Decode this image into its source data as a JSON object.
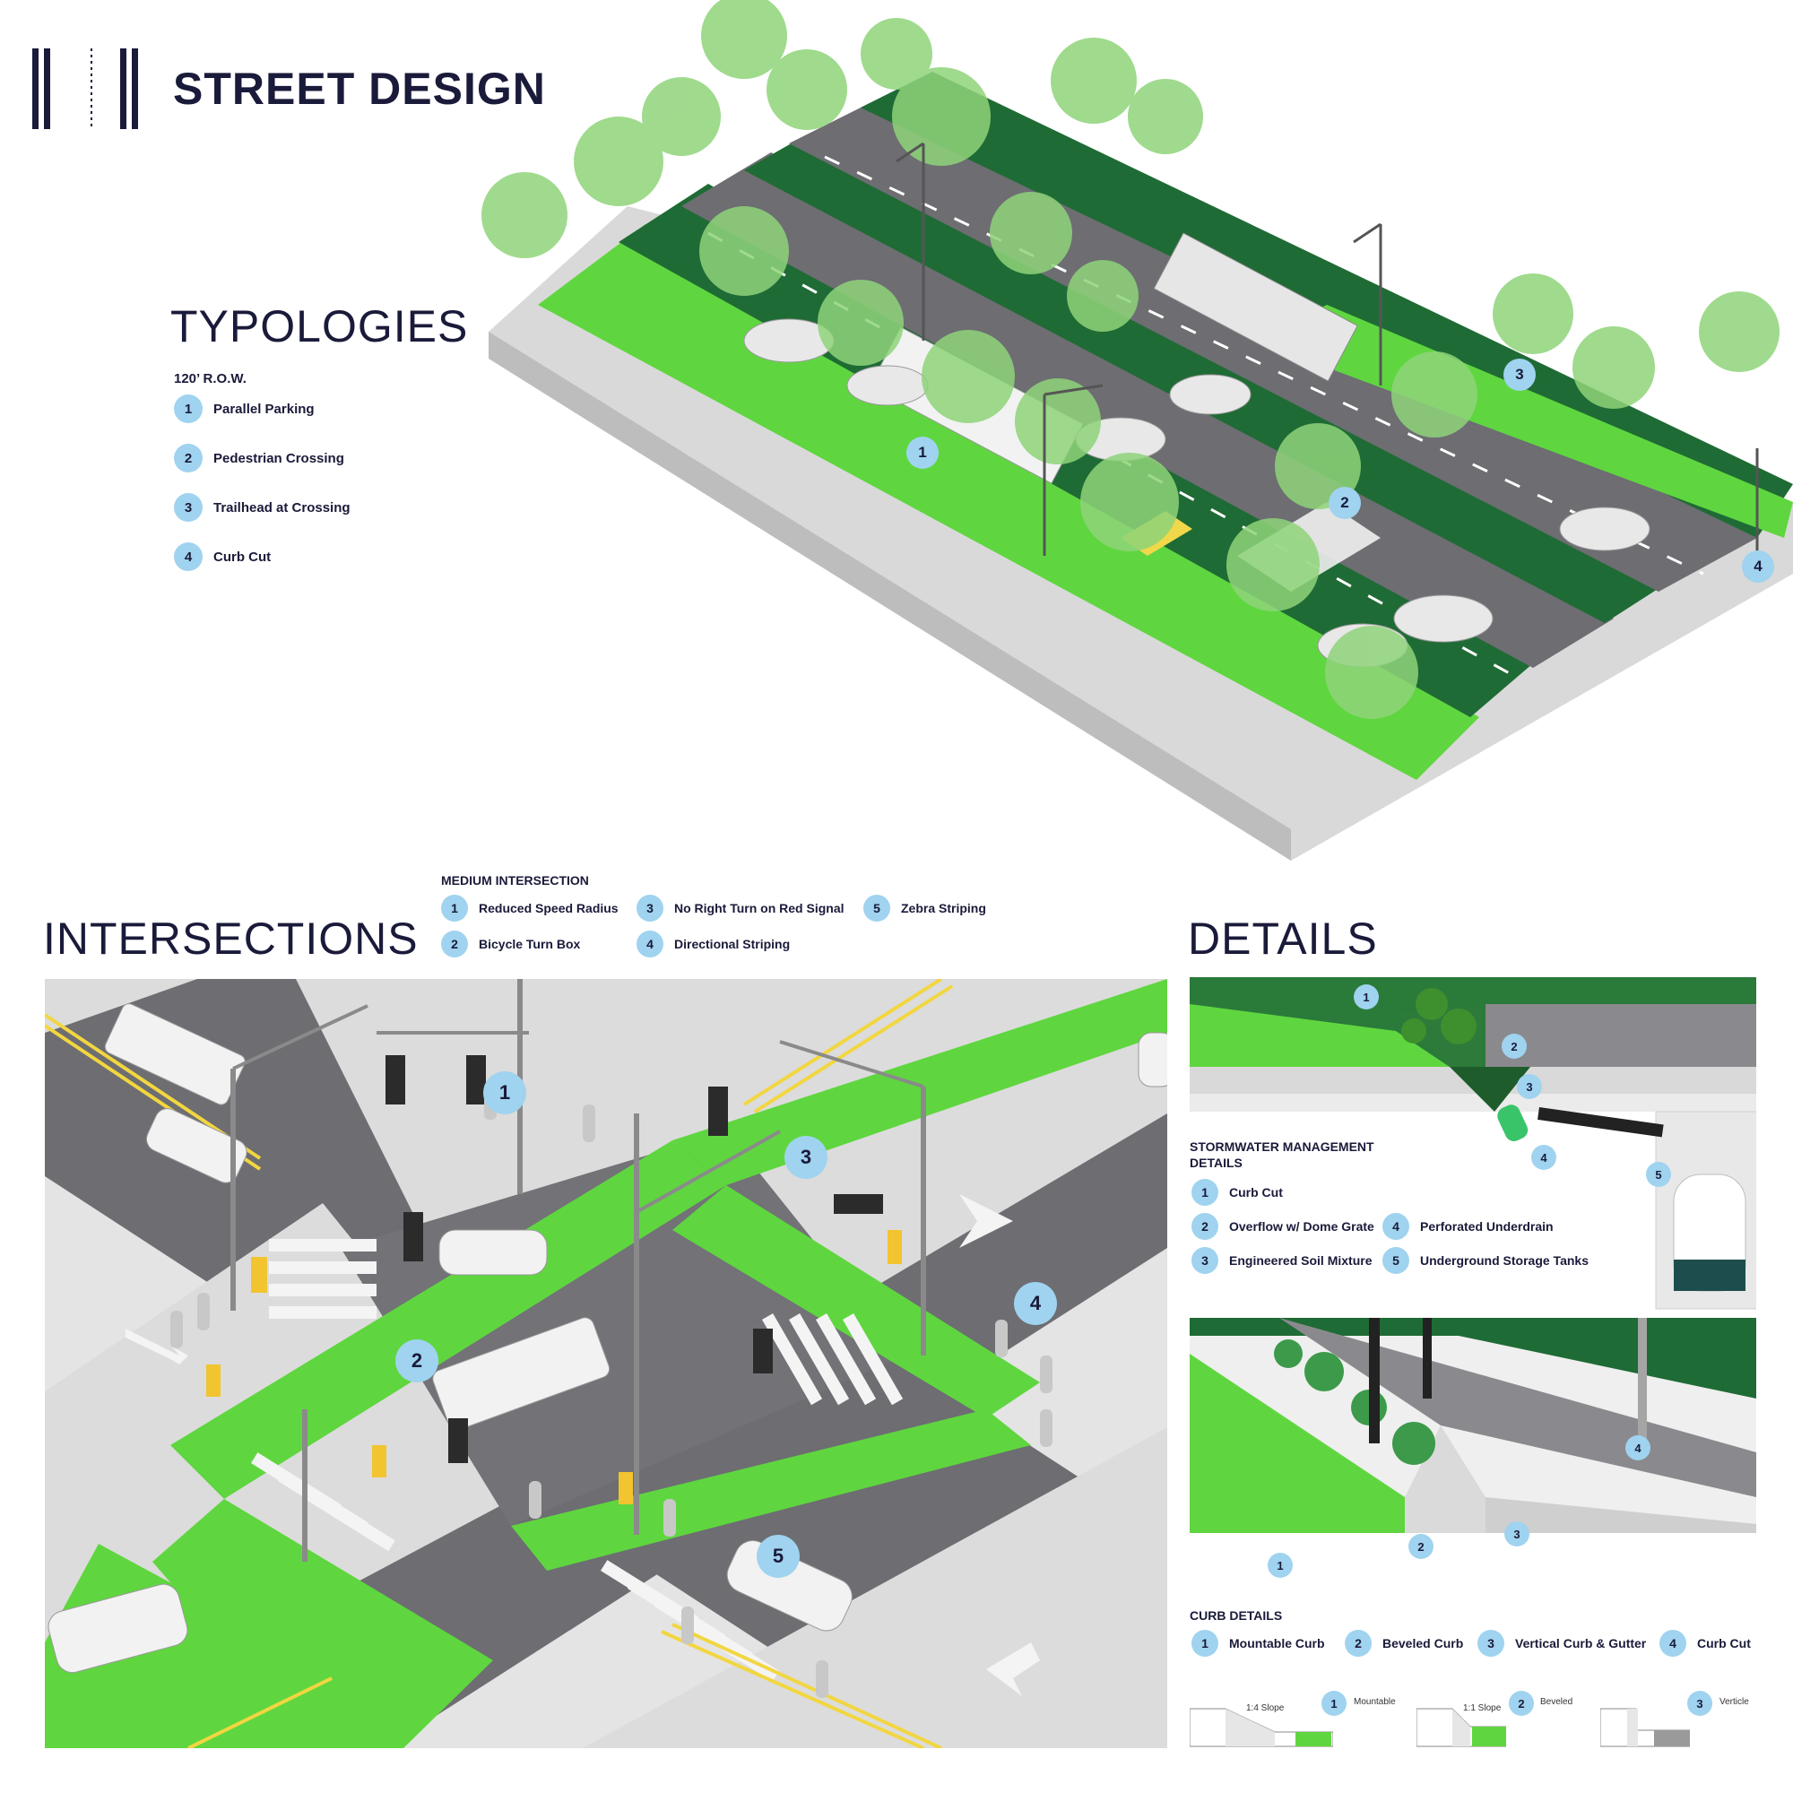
{
  "header": {
    "title": "STREET DESIGN"
  },
  "typologies": {
    "title": "TYPOLOGIES",
    "subtitle": "120’ R.O.W.",
    "items": [
      {
        "num": "1",
        "label": "Parallel Parking"
      },
      {
        "num": "2",
        "label": "Pedestrian Crossing"
      },
      {
        "num": "3",
        "label": "Trailhead at Crossing"
      },
      {
        "num": "4",
        "label": "Curb Cut"
      }
    ],
    "map_badges": [
      "1",
      "2",
      "3",
      "4"
    ]
  },
  "intersections": {
    "title": "INTERSECTIONS",
    "subtitle": "MEDIUM INTERSECTION",
    "items": [
      {
        "num": "1",
        "label": "Reduced Speed Radius"
      },
      {
        "num": "2",
        "label": "Bicycle Turn Box"
      },
      {
        "num": "3",
        "label": "No Right Turn on Red Signal"
      },
      {
        "num": "4",
        "label": "Directional Striping"
      },
      {
        "num": "5",
        "label": "Zebra Striping"
      }
    ],
    "map_badges": [
      "1",
      "2",
      "3",
      "4",
      "5"
    ]
  },
  "details": {
    "title": "DETAILS",
    "stormwater": {
      "subtitle_line1": "STORMWATER MANAGEMENT",
      "subtitle_line2": "DETAILS",
      "items": [
        {
          "num": "1",
          "label": "Curb Cut"
        },
        {
          "num": "2",
          "label": "Overflow w/ Dome Grate"
        },
        {
          "num": "3",
          "label": "Engineered Soil Mixture"
        },
        {
          "num": "4",
          "label": "Perforated Underdrain"
        },
        {
          "num": "5",
          "label": "Underground Storage Tanks"
        }
      ],
      "map_badges": [
        "1",
        "2",
        "3",
        "4",
        "5"
      ]
    },
    "curb": {
      "subtitle": "CURB DETAILS",
      "items": [
        {
          "num": "1",
          "label": "Mountable Curb"
        },
        {
          "num": "2",
          "label": "Beveled Curb"
        },
        {
          "num": "3",
          "label": "Vertical Curb & Gutter"
        },
        {
          "num": "4",
          "label": "Curb Cut"
        }
      ],
      "map_badges": [
        "1",
        "2",
        "3",
        "4"
      ]
    },
    "sections": [
      {
        "num": "1",
        "slope": "1:4 Slope",
        "caption": "Mountable"
      },
      {
        "num": "2",
        "slope": "1:1 Slope",
        "caption": "Beveled"
      },
      {
        "num": "3",
        "slope": "",
        "caption": "Verticle"
      }
    ]
  },
  "colors": {
    "navy": "#1a1a3a",
    "badge": "#9fd3ef",
    "bike_lane": "#5fd63f",
    "planting": "#1f6b35",
    "road": "#6b6b70",
    "sidewalk": "#e2e2e2"
  }
}
